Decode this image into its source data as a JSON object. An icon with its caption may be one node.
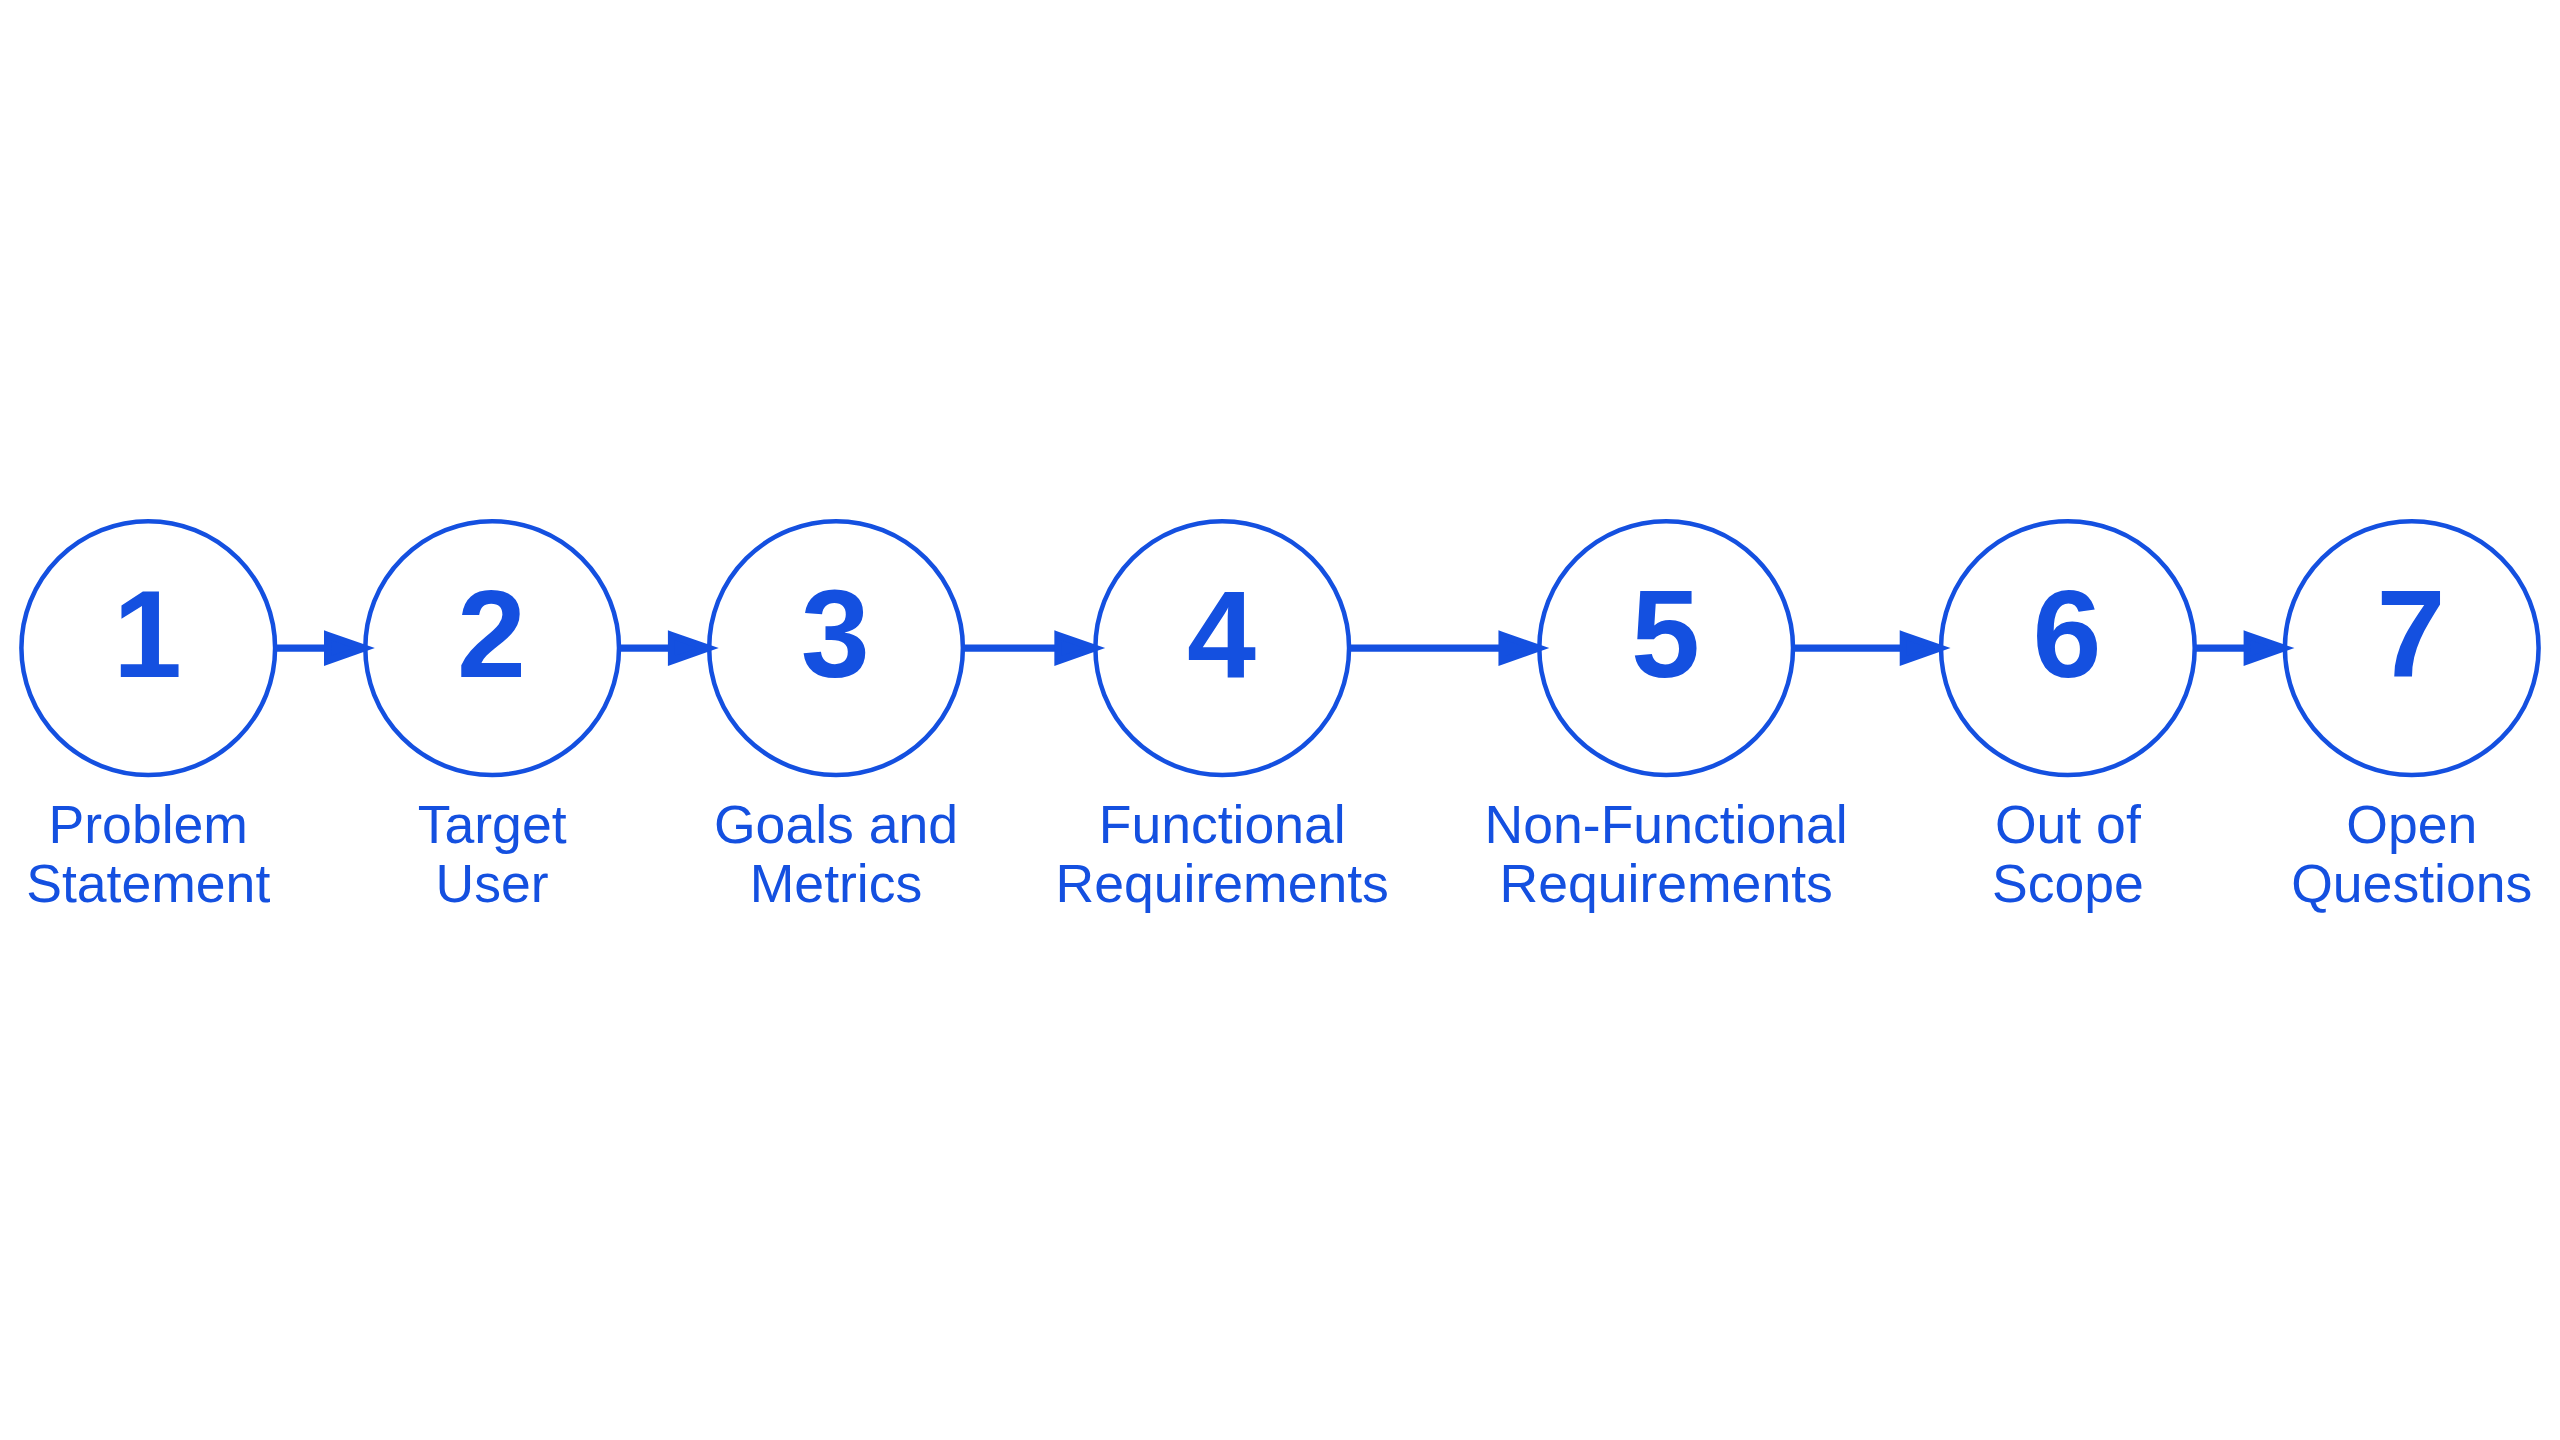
{
  "diagram": {
    "nodes": [
      {
        "text": [
          "1"
        ],
        "beside": [
          "Problem Statement"
        ]
      },
      {
        "text": [
          "2"
        ],
        "beside": [
          "Target User"
        ]
      },
      {
        "text": [
          "3"
        ],
        "beside": [
          "Goals and Metrics"
        ]
      },
      {
        "text": [
          "4"
        ],
        "beside": [
          "Functional Requirements"
        ]
      },
      {
        "text": [
          "5"
        ],
        "beside": [
          "Non-Functional Requirements"
        ]
      },
      {
        "text": [
          "6"
        ],
        "beside": [
          "Out of Scope"
        ]
      },
      {
        "text": [
          "7"
        ],
        "beside": [
          "Open Questions"
        ]
      }
    ],
    "edges": [
      {
        "from": 0,
        "to": 1,
        "arrow": "to"
      },
      {
        "from": 1,
        "to": 2,
        "arrow": "to"
      },
      {
        "from": 2,
        "to": 3,
        "arrow": "to"
      },
      {
        "from": 3,
        "to": 4,
        "arrow": "to"
      },
      {
        "from": 4,
        "to": 5,
        "arrow": "to"
      },
      {
        "from": 5,
        "to": 6,
        "arrow": "to"
      }
    ]
  }
}
